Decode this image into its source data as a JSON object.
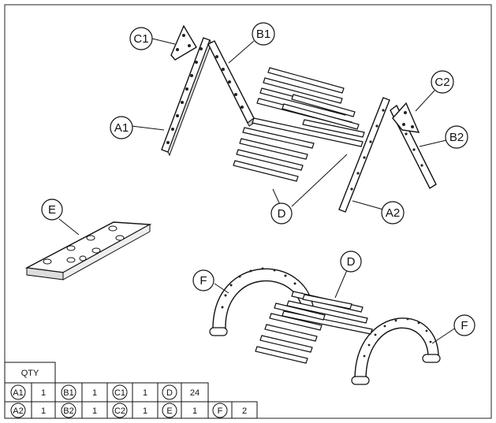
{
  "callouts": {
    "a1": "A1",
    "a2": "A2",
    "b1": "B1",
    "b2": "B2",
    "c1": "C1",
    "c2": "C2",
    "d_top": "D",
    "d_bottom": "D",
    "e": "E",
    "f_left": "F",
    "f_right": "F"
  },
  "qty_table": {
    "header": "QTY",
    "row1": [
      {
        "part": "A1",
        "qty": "1"
      },
      {
        "part": "B1",
        "qty": "1"
      },
      {
        "part": "C1",
        "qty": "1"
      },
      {
        "part": "D",
        "qty": "24"
      }
    ],
    "row2": [
      {
        "part": "A2",
        "qty": "1"
      },
      {
        "part": "B2",
        "qty": "1"
      },
      {
        "part": "C2",
        "qty": "1"
      },
      {
        "part": "E",
        "qty": "1"
      },
      {
        "part": "F",
        "qty": "2"
      }
    ]
  }
}
